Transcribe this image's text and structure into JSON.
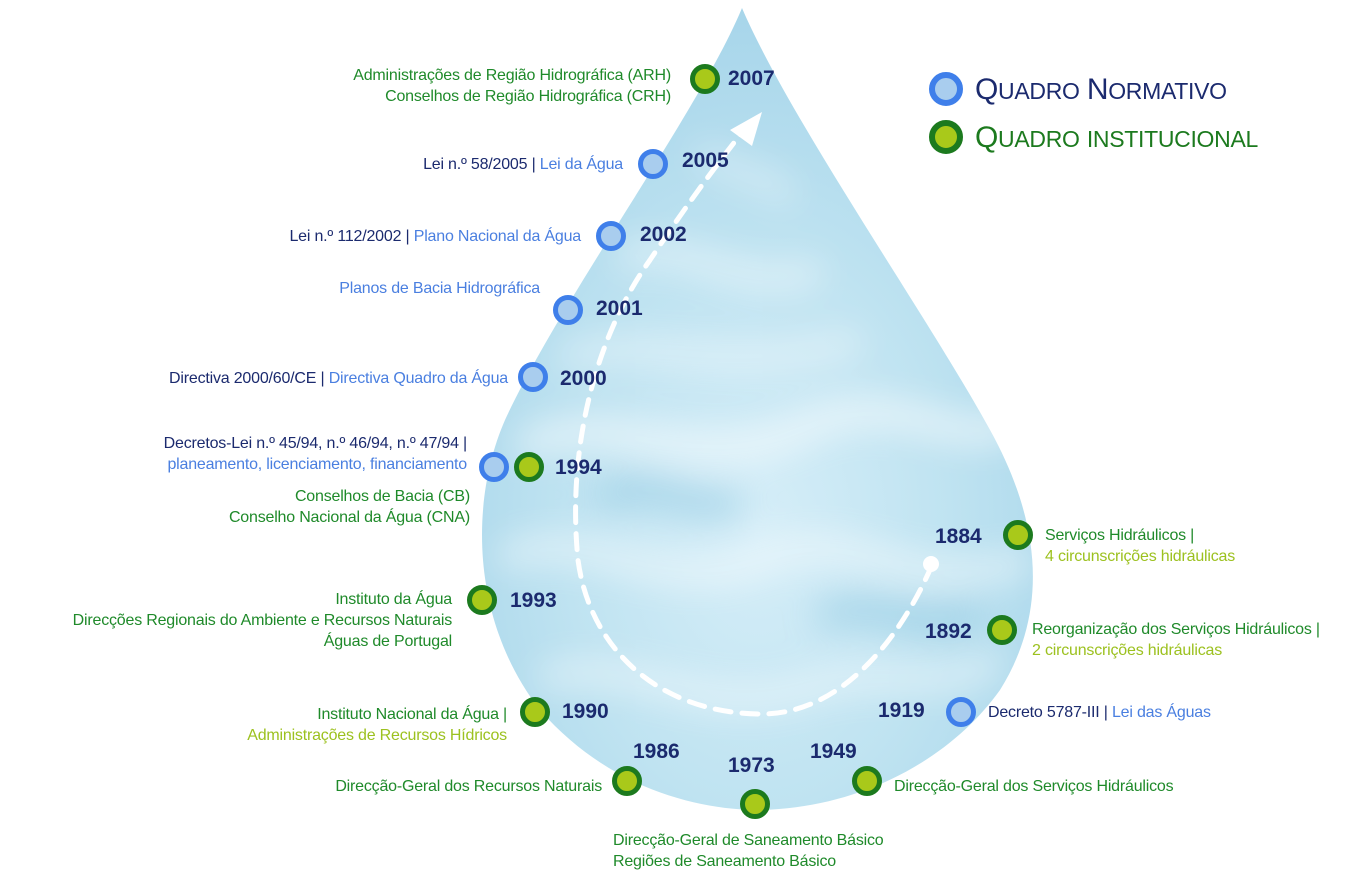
{
  "legend": {
    "normativo": {
      "initial1": "Q",
      "rest1": "UADRO",
      "initial2": "N",
      "rest2": "ORMATIVO"
    },
    "institucional": {
      "initial1": "Q",
      "rest1": "UADRO",
      "initial2": "",
      "rest2": "INSTITUCIONAL"
    }
  },
  "colors": {
    "normativo_ring": "#3f7fea",
    "institucional_ring": "#1c7a1e",
    "year_text": "#1b2a6e",
    "drop_fill": "#bfe3f1"
  },
  "events": {
    "y2007": {
      "year": "2007",
      "line1": "Administrações de Região Hidrográfica (ARH)",
      "line2": "Conselhos de Região Hidrográfica (CRH)"
    },
    "y2005": {
      "year": "2005",
      "law": "Lei n.º 58/2005 | ",
      "name": "Lei da Água"
    },
    "y2002": {
      "year": "2002",
      "law": "Lei n.º 112/2002 | ",
      "name": "Plano Nacional da Água"
    },
    "y2001": {
      "year": "2001",
      "name": "Planos de Bacia Hidrográfica"
    },
    "y2000": {
      "year": "2000",
      "law": "Directiva 2000/60/CE | ",
      "name": "Directiva Quadro da Água"
    },
    "y1994": {
      "year": "1994",
      "law": "Decretos-Lei n.º 45/94, n.º 46/94, n.º 47/94 |",
      "name": "planeamento, licenciamento, financiamento",
      "inst1": "Conselhos de Bacia (CB)",
      "inst2": "Conselho Nacional da Água (CNA)"
    },
    "y1993": {
      "year": "1993",
      "line1": "Instituto da Água",
      "line2": "Direcções Regionais do Ambiente e Recursos Naturais",
      "line3": "Águas de Portugal"
    },
    "y1990": {
      "year": "1990",
      "line1": "Instituto Nacional da Água |",
      "line2": "Administrações de Recursos Hídricos"
    },
    "y1986": {
      "year": "1986",
      "line1": "Direcção-Geral dos Recursos Naturais"
    },
    "y1973": {
      "year": "1973",
      "line1": "Direcção-Geral de Saneamento Básico",
      "line2": "Regiões de Saneamento Básico"
    },
    "y1949": {
      "year": "1949",
      "line1": "Direcção-Geral dos Serviços Hidráulicos"
    },
    "y1919": {
      "year": "1919",
      "law": "Decreto 5787-III | ",
      "name": "Lei das Águas"
    },
    "y1892": {
      "year": "1892",
      "line1": "Reorganização dos Serviços Hidráulicos |",
      "line2": "2 circunscrições hidráulicas"
    },
    "y1884": {
      "year": "1884",
      "line1": "Serviços Hidráulicos |",
      "line2": "4 circunscrições hidráulicas"
    }
  }
}
